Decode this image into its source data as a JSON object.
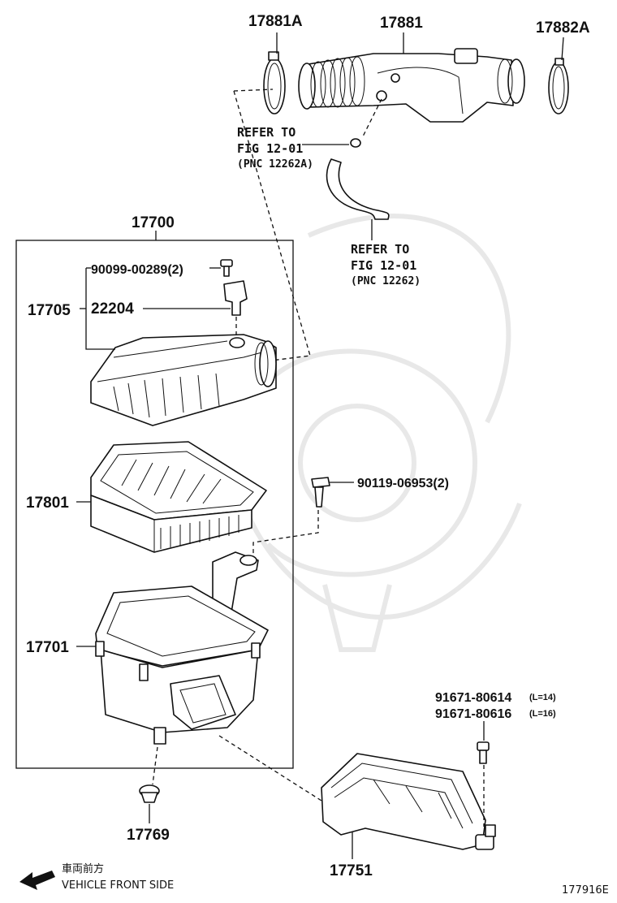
{
  "diagram": {
    "labels": {
      "p17881A": "17881A",
      "p17881": "17881",
      "p17882A": "17882A",
      "refer1_line1": "REFER TO",
      "refer1_line2": "FIG 12-01",
      "refer1_line3": "(PNC 12262A)",
      "refer2_line1": "REFER TO",
      "refer2_line2": "FIG 12-01",
      "refer2_line3": "(PNC 12262)",
      "p17700": "17700",
      "p90099": "90099-00289(2)",
      "p17705": "17705",
      "p22204": "22204",
      "p17801": "17801",
      "p90119": "90119-06953(2)",
      "p17701": "17701",
      "p91671a": "91671-80614",
      "p91671a_len": "(L=14)",
      "p91671b": "91671-80616",
      "p91671b_len": "(L=16)",
      "p17769": "17769",
      "p17751": "17751"
    },
    "footer": {
      "front_jp": "車両前方",
      "front_en": "VEHICLE FRONT SIDE",
      "figure_id": "177916E"
    }
  }
}
